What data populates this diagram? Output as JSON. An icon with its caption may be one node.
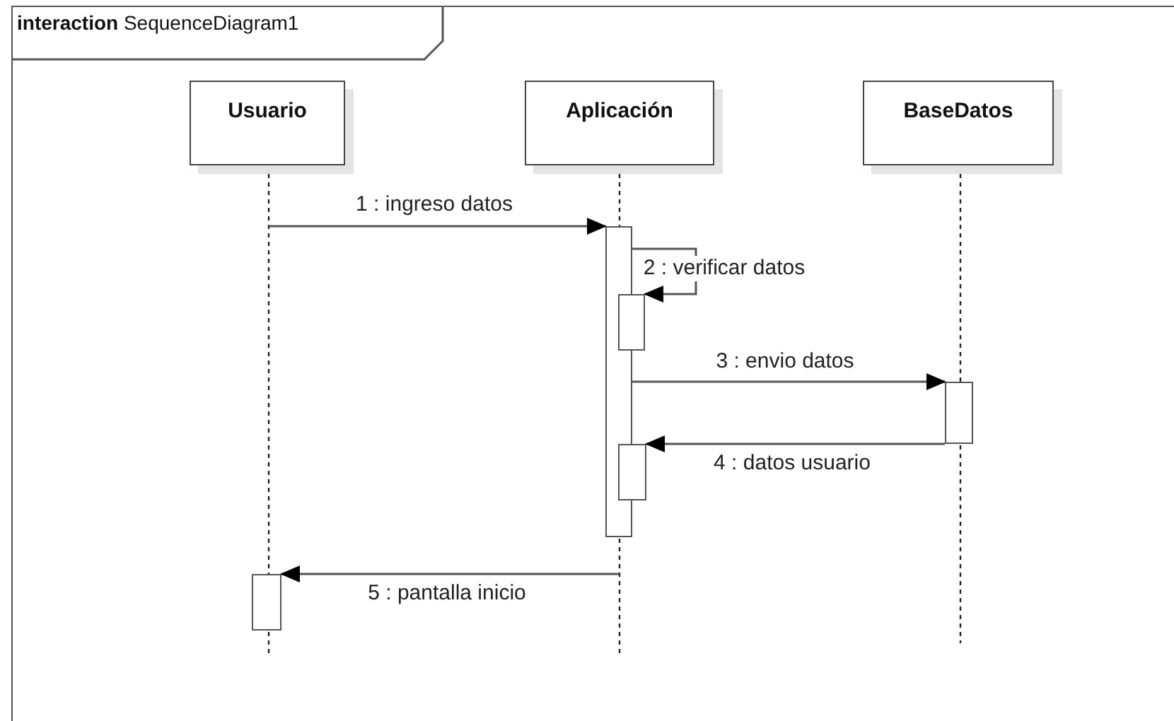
{
  "diagram": {
    "title": "**interaction** SequenceDiagram1",
    "nodes": [
      {
        "text": [
          "Usuario"
        ]
      },
      {
        "text": [
          "Aplicación"
        ]
      },
      {
        "text": [
          "BaseDatos"
        ]
      },
      {
        "text": [],
        "shape": "bar"
      },
      {
        "text": [],
        "shape": "bar"
      },
      {
        "text": [],
        "shape": "bar"
      },
      {
        "text": [],
        "shape": "bar"
      },
      {
        "text": [],
        "shape": "bar"
      }
    ],
    "edges": [
      {
        "from": null,
        "to": 3,
        "arrow": "to",
        "label": "1 : ingreso datos"
      },
      {
        "from": 3,
        "to": 4,
        "arrow": "to",
        "label": "2 : verificar datos"
      },
      {
        "from": 3,
        "to": 5,
        "arrow": "to",
        "label": "3 : envio datos"
      },
      {
        "from": 5,
        "to": 6,
        "arrow": "to",
        "label": "4 : datos usuario"
      },
      {
        "from": null,
        "to": 7,
        "arrow": "to",
        "label": "5 : pantalla inicio"
      }
    ]
  }
}
